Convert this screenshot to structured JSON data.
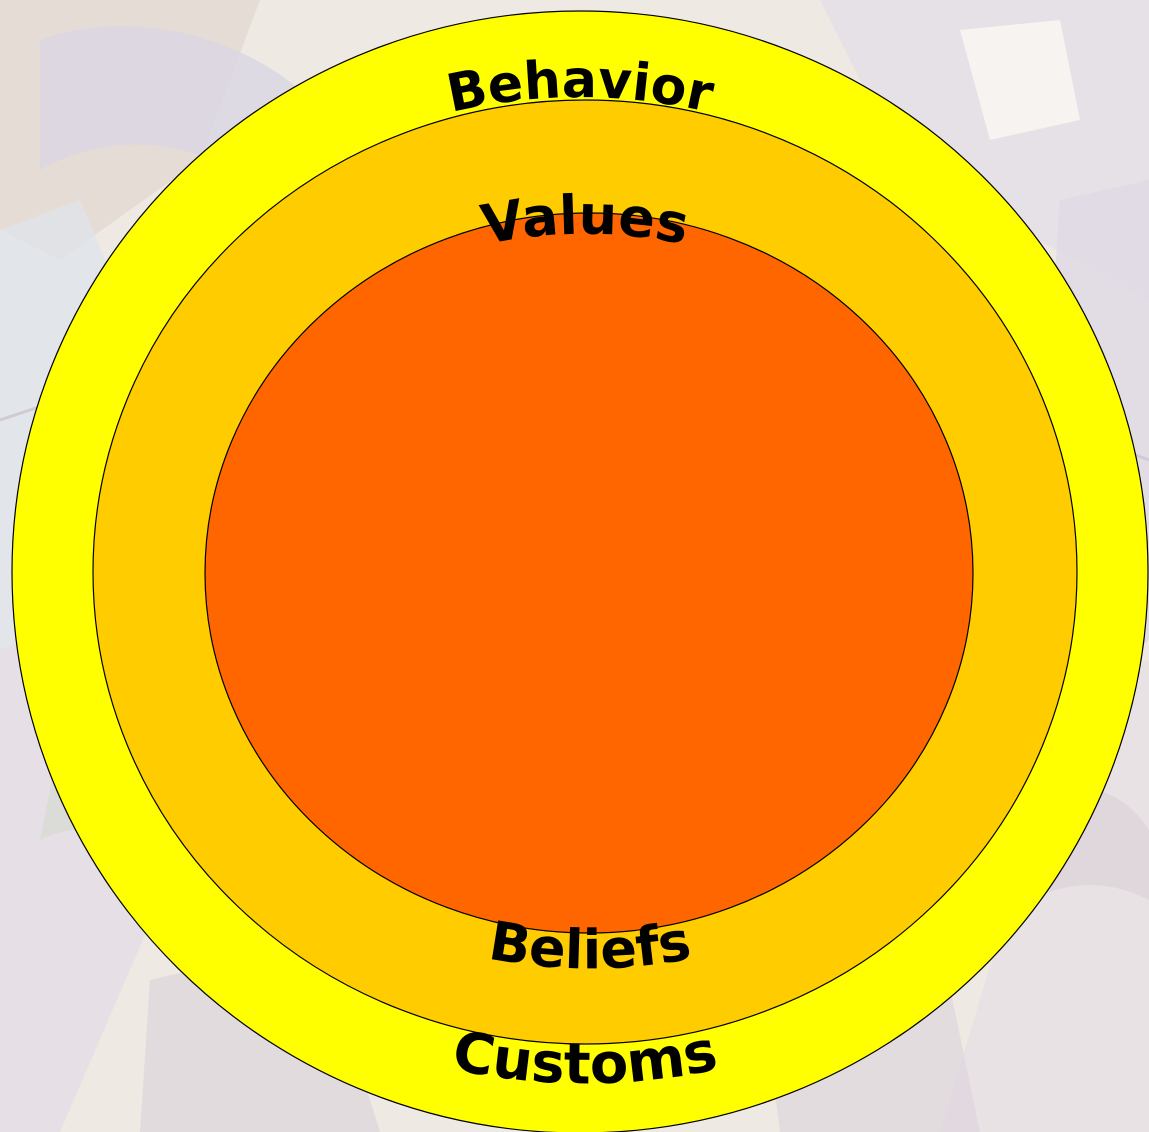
{
  "diagram": {
    "labels": {
      "outer_top": "Behavior",
      "middle_top": "Values",
      "middle_bottom": "Beliefs",
      "outer_bottom": "Customs"
    },
    "colors": {
      "outer_ring": "#FFFF00",
      "middle_ring": "#FFCC00",
      "inner_circle": "#FF6600",
      "outline": "#000000"
    }
  }
}
